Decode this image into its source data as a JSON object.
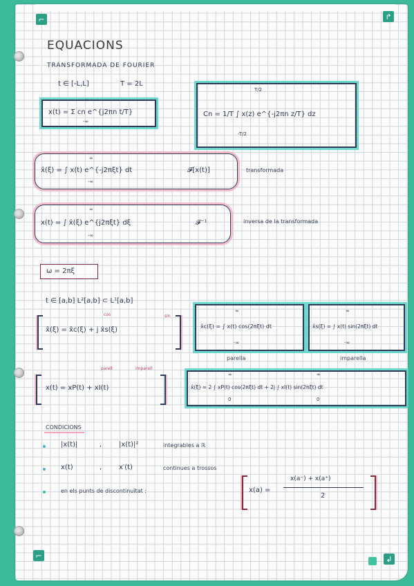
{
  "page": {
    "title": "EQUACIONS",
    "subtitle": "TRANSFORMADA DE FOURIER",
    "interval": "t ∈ [-L,L]",
    "period": "T = 2L"
  },
  "formulas": {
    "fourier_series": "x(t) = Σ cn e^{j2πn t/T}",
    "fourier_series_lower": "-∞",
    "fourier_series_upper": "∞",
    "coefficients": "Cn = 1/T ∫ x(z) e^{-j2πn z/T} dz",
    "coefficients_lower": "-T/2",
    "coefficients_upper": "T/2",
    "transform": "x̂(ξ) = ∫ x(t) e^{-j2πξt} dt",
    "transform_operator": "𝓕[x(t)]",
    "transform_label": "transformada",
    "inverse": "x(t) = ∫ x̂(ξ) e^{j2πξt} dξ",
    "inverse_operator": "𝓕⁻¹",
    "inverse_label": "inversa de la transformada",
    "omega": "ω = 2πξ",
    "spaces": "t ∈ [a,b]     L²[a,b] ⊂ L¹[a,b]",
    "decomposition": "x̂(ξ) = x̂c(ξ) + j x̂s(ξ)",
    "cos_label": "cos",
    "sin_label": "sin",
    "cos_transform": "x̂c(ξ) = ∫ x(t) cos(2πξt) dt",
    "sin_transform": "x̂s(ξ) = ∫ x(t) sin(2πξt) dt",
    "parella": "parella",
    "imparella": "imparella",
    "even_odd": "x(t) = xP(t) + xI(t)",
    "parell": "parell",
    "imparell": "imparell",
    "even_odd_transform": "x̂(ξ) = 2 ∫ xP(t) cos(2πξt) dt + 2j ∫ xI(t) sin(2πξt) dt",
    "lower_zero": "0",
    "upper_inf": "∞"
  },
  "conditions": {
    "heading": "CONDICIONS",
    "items": [
      {
        "a": "|x(t)|",
        "sep": ",",
        "b": "|x(t)|²",
        "c": "integrables a ℝ"
      },
      {
        "a": "x(t)",
        "sep": ",",
        "b": "x′(t)",
        "c": "continues a trossos"
      },
      {
        "a": "en els punts de discontinuïtat :",
        "sep": "",
        "b": "",
        "c": ""
      }
    ],
    "discontinuity_lhs": "x(a) =",
    "discontinuity_num": "x(a⁻) + x(a⁺)",
    "discontinuity_den": "2"
  },
  "colors": {
    "teal_highlight": "#58d2c8",
    "pink_highlight": "#f0aabe",
    "ink": "#2e3650",
    "binder": "#3dba9a"
  }
}
